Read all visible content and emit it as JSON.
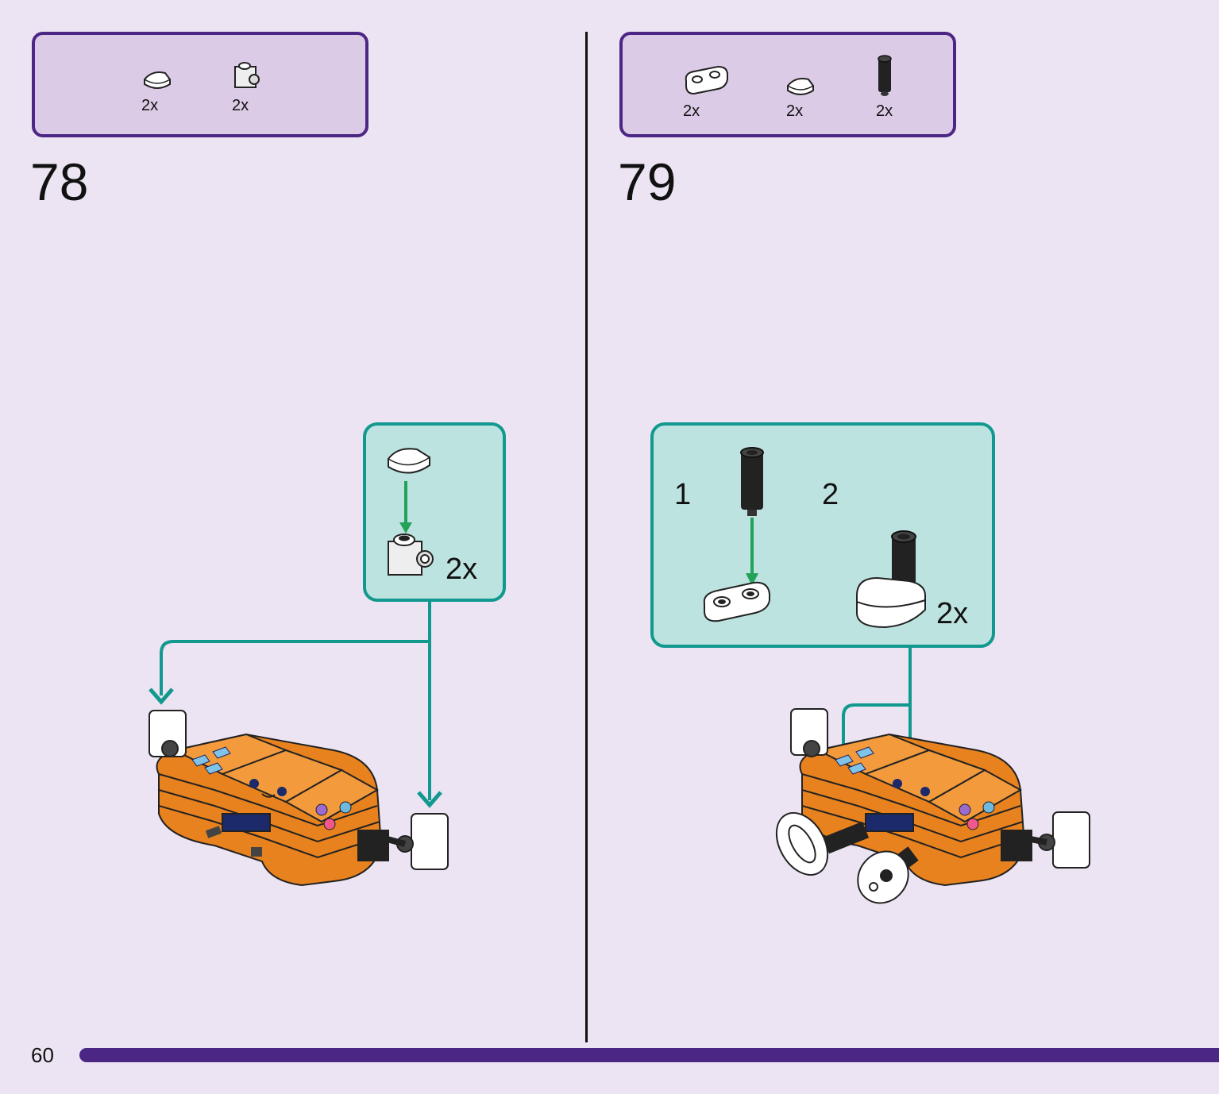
{
  "page": {
    "number": "60"
  },
  "steps": [
    {
      "number": "78",
      "parts": [
        {
          "icon": "white-round-tile-icon",
          "qty": "2x"
        },
        {
          "icon": "white-bracket-brick-icon",
          "qty": "2x"
        }
      ],
      "callout": {
        "qty": "2x"
      }
    },
    {
      "number": "79",
      "parts": [
        {
          "icon": "white-double-plate-icon",
          "qty": "2x"
        },
        {
          "icon": "white-round-tile-icon",
          "qty": "2x"
        },
        {
          "icon": "black-bar-icon",
          "qty": "2x"
        }
      ],
      "callout": {
        "sub_step_1": "1",
        "sub_step_2": "2",
        "qty": "2x"
      }
    }
  ],
  "colors": {
    "purple": "#4b2685",
    "teal": "#12998f",
    "background": "#ece4f2",
    "orange": "#e8821e",
    "arrow_green": "#23a25a"
  }
}
